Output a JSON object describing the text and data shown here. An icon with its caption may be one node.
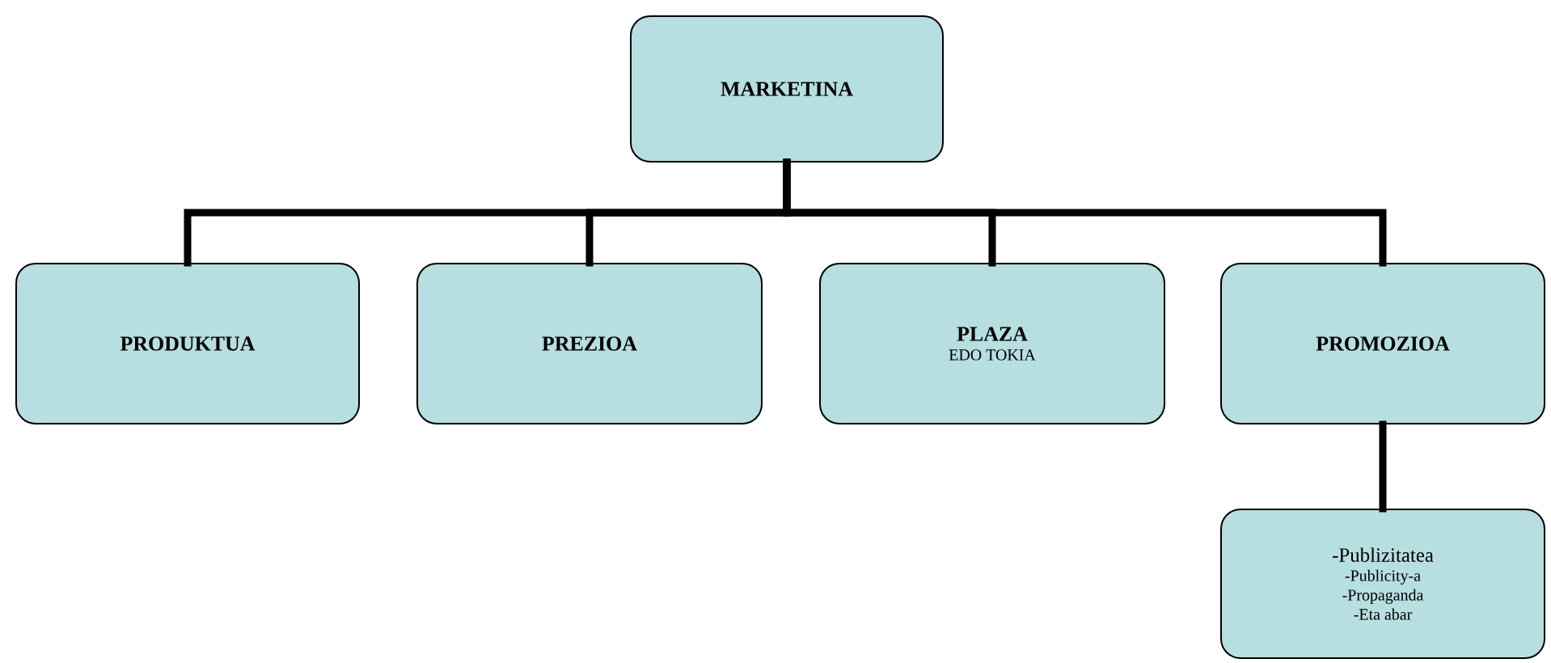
{
  "diagram": {
    "nodes": [
      {
        "text": [
          "MARKETINA"
        ]
      },
      {
        "text": [
          "PRODUKTUA"
        ]
      },
      {
        "text": [
          "PREZIOA"
        ]
      },
      {
        "text": [
          "PLAZA",
          "EDO TOKIA"
        ]
      },
      {
        "text": [
          "PROMOZIOA"
        ]
      },
      {
        "text": [
          "-Publizitatea",
          "-Publicity-a",
          "-Propaganda",
          "-Eta abar"
        ]
      }
    ],
    "edges": [
      {
        "from": 0,
        "to": 1,
        "arrow": "none"
      },
      {
        "from": 0,
        "to": 2,
        "arrow": "none"
      },
      {
        "from": 0,
        "to": 3,
        "arrow": "none"
      },
      {
        "from": 0,
        "to": 4,
        "arrow": "none"
      },
      {
        "from": 4,
        "to": 5,
        "arrow": "none"
      }
    ]
  }
}
